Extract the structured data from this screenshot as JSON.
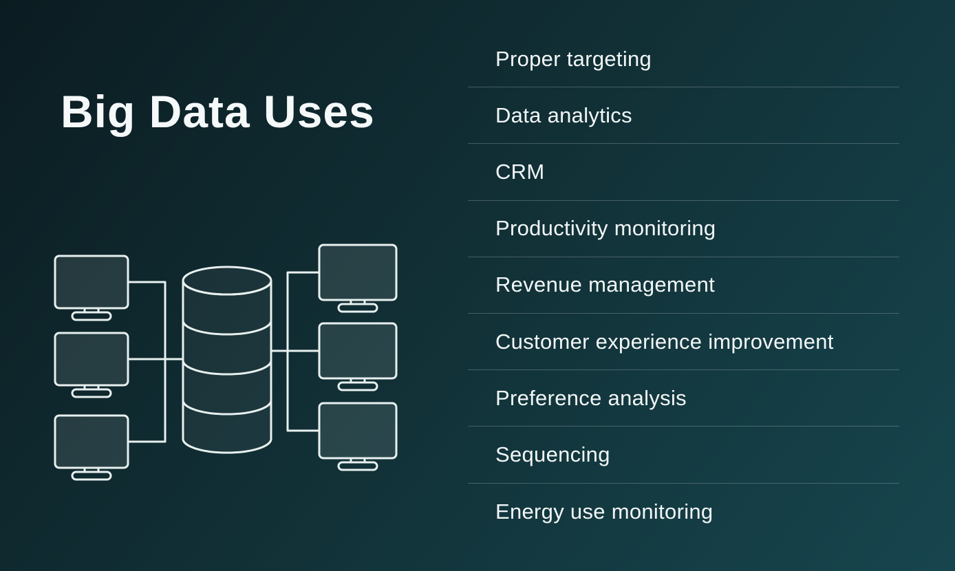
{
  "title": "Big Data Uses",
  "list": {
    "items": [
      "Proper targeting",
      "Data analytics",
      "CRM",
      "Productivity monitoring",
      "Revenue management",
      "Customer experience improvement",
      "Preference analysis",
      "Sequencing",
      "Energy use monitoring"
    ]
  },
  "illustration": {
    "label": "database connected to client computers"
  },
  "colors": {
    "background_top_left": "#0b1c21",
    "background_bottom_right": "#17454e",
    "text": "#f2f6f6",
    "divider": "rgba(255,255,255,0.22)",
    "line_art": "#e8f0ef"
  }
}
